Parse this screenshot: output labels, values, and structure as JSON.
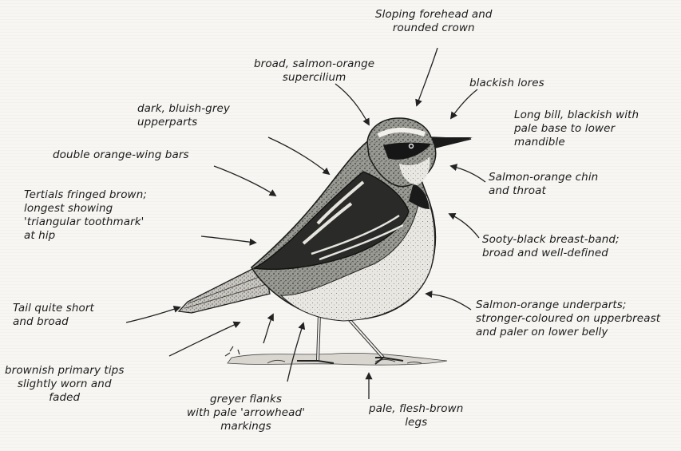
{
  "diagram": {
    "labels": {
      "forehead": "Sloping forehead and\nrounded crown",
      "supercilium": "broad, salmon-orange\nsupercilium",
      "lores": "blackish lores",
      "bill": "Long bill, blackish with\npale base to lower\nmandible",
      "upperparts": "dark, bluish-grey\nupperparts",
      "wingbars": "double orange-wing bars",
      "chin": "Salmon-orange chin\nand throat",
      "tertials": "Tertials fringed brown;\nlongest showing\n'triangular toothmark'\nat hip",
      "breastband": "Sooty-black breast-band;\nbroad and well-defined",
      "tail": "Tail quite short\nand broad",
      "underparts": "Salmon-orange underparts;\nstronger-coloured on upperbreast\nand paler on lower belly",
      "primaries": "brownish primary tips\nslightly worn and\nfaded",
      "flanks": "greyer flanks\nwith pale 'arrowhead'\nmarkings",
      "legs": "pale, flesh-brown\nlegs"
    }
  }
}
